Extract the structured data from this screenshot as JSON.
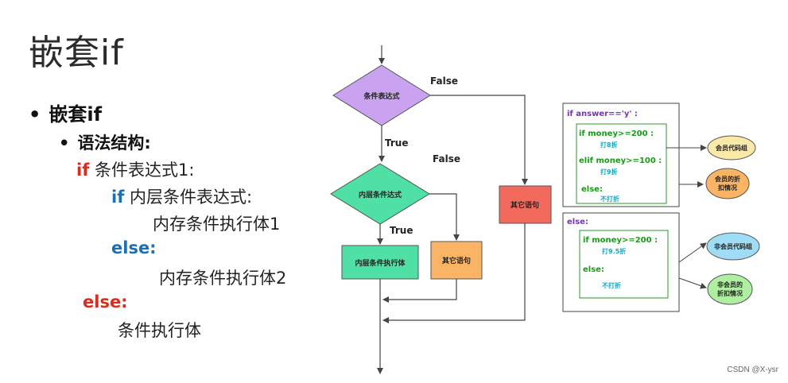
{
  "slide": {
    "title": "嵌套if",
    "bullet1": "嵌套if",
    "bullet2": "语法结构:",
    "code": {
      "if_kw": "if",
      "line1_rest": " 条件表达式1:",
      "inner_if_kw": "if",
      "line2_rest": "  内层条件表达式:",
      "line3": "内存条件执行体1",
      "inner_else_kw": "else:",
      "line5": "内存条件执行体2",
      "outer_else_kw": "else:",
      "line7": "条件执行体"
    }
  },
  "flowchart": {
    "outer_condition": "条件表达式",
    "inner_condition": "内层条件达式",
    "inner_body": "内层条件执行体",
    "inner_else_body": "其它语句",
    "outer_else_body": "其它语句",
    "label_false_1": "False",
    "label_true_1": "True",
    "label_false_2": "False",
    "label_true_2": "True"
  },
  "example": {
    "top_header": "if answer=='y'  :",
    "if_money": "if money>=200   :",
    "discount_8": "打8折",
    "elif_money": "elif money>=100   :",
    "discount_9": "打9折",
    "else_1": "else:",
    "no_discount_1": "不打折",
    "bottom_header": "else:",
    "if_money_2": "if money>=200   :",
    "discount_95": "打9.5折",
    "else_2": "else:",
    "no_discount_2": "不打折",
    "bubble_member_block": "会员代码组",
    "bubble_member_discount_1": "会员的折",
    "bubble_member_discount_2": "扣情况",
    "bubble_nonmember_block": "非会员代码组",
    "bubble_nonmember_discount_1": "非会员的",
    "bubble_nonmember_discount_2": "折扣情况"
  },
  "watermark": "CSDN @X-ysr",
  "colors": {
    "red_keyword": "#e02a1a",
    "blue_keyword": "#1a6fb5",
    "purple_diamond": "#c9a2f0",
    "green_diamond": "#4ee0a4",
    "green_box": "#4ee0a4",
    "orange_box": "#fbb464",
    "red_box": "#f26a5c",
    "green_text": "#1a9a1a",
    "cyan_text": "#12a6c4",
    "purple_text": "#7a2fc4",
    "bubble_yellow": "#fbe9a8",
    "bubble_orange": "#fbb464",
    "bubble_blue": "#9fdcf5",
    "bubble_green": "#aef0a0"
  }
}
